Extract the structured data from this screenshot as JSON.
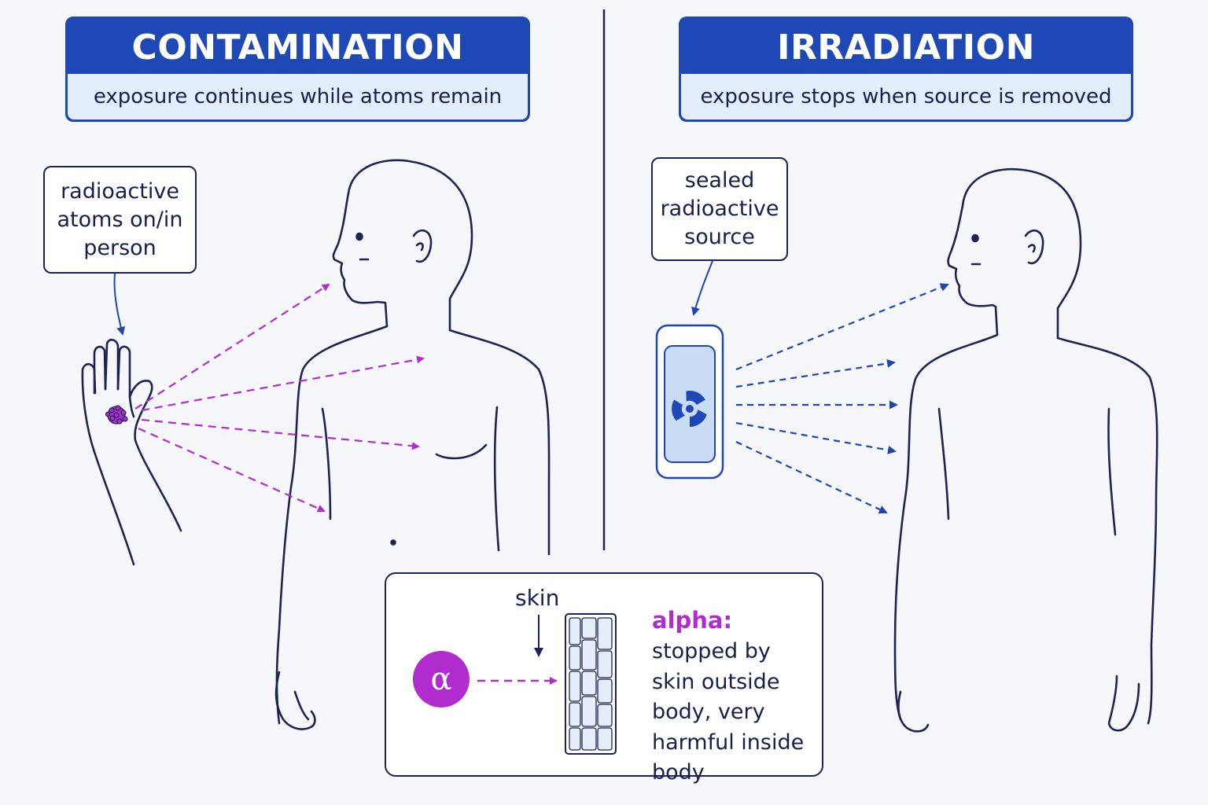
{
  "left_panel": {
    "title": "CONTAMINATION",
    "subtitle": "exposure continues while atoms remain",
    "callout": "radioactive atoms on/in person"
  },
  "right_panel": {
    "title": "IRRADIATION",
    "subtitle": "exposure stops when source is removed",
    "callout": "sealed radioactive source"
  },
  "inset": {
    "skin_label": "skin",
    "alpha_symbol": "α",
    "alpha_title": "alpha:",
    "alpha_description": "stopped by skin outside body, very harmful inside body"
  },
  "colors": {
    "header_blue": "#1e48b5",
    "subheader_bg": "#e4edfb",
    "outline": "#1d2352",
    "alpha_magenta": "#b02ccc",
    "ray_blue": "#1f45b0"
  },
  "icons": [
    "radiation-trefoil-icon",
    "hand-icon",
    "person-silhouette-icon",
    "skin-cells-icon"
  ]
}
